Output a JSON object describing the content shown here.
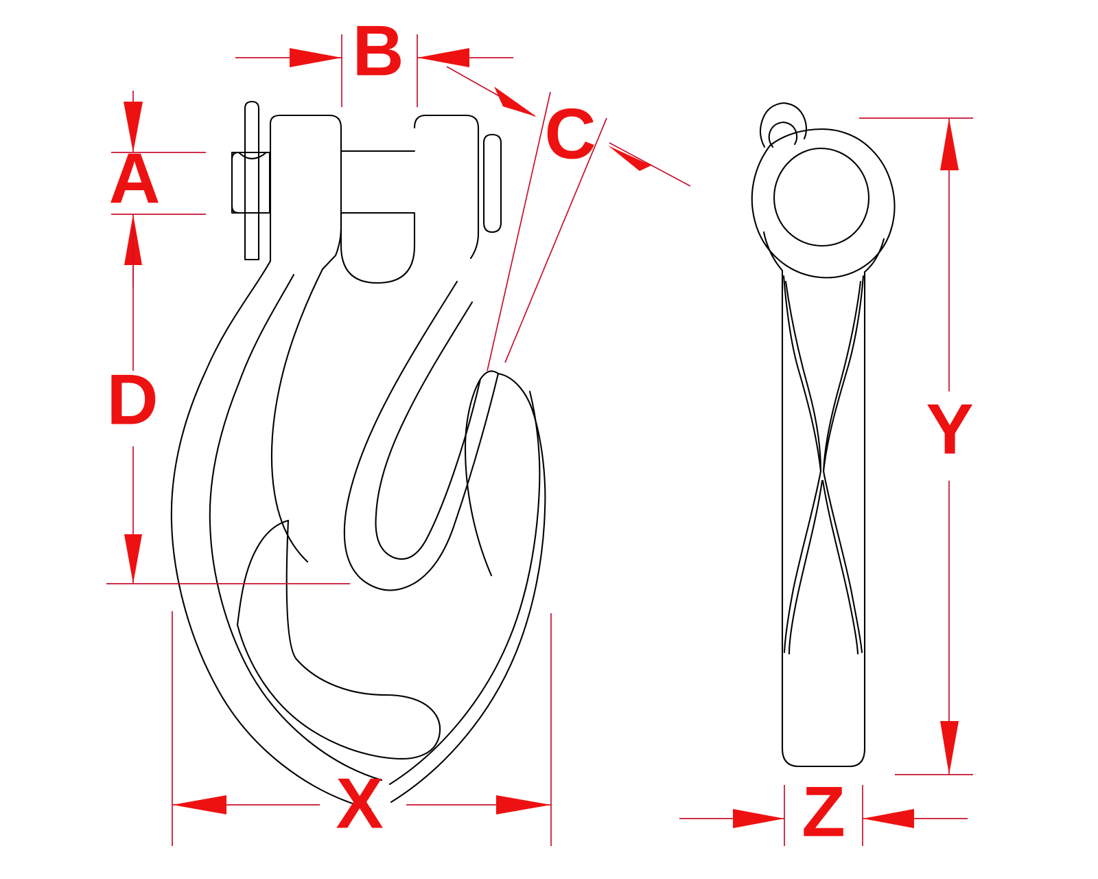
{
  "drawing": {
    "title": "Clevis Grab Hook Dimensioned Engineering Drawing",
    "background_color": "#ffffff",
    "part_outline_color": "#000000",
    "dimension_color": "#ee1111",
    "views": [
      {
        "name": "front-view",
        "label": "front-elevation-of-clevis-grab-hook"
      },
      {
        "name": "side-view",
        "label": "side-elevation-of-clevis-grab-hook"
      }
    ]
  },
  "dimensions": {
    "a": {
      "label": "A",
      "description": "clevis pin vertical height",
      "view": "front-view",
      "orientation": "vertical",
      "arrows": "inward"
    },
    "b": {
      "label": "B",
      "description": "clevis inside jaw width",
      "view": "front-view",
      "orientation": "horizontal",
      "arrows": "inward"
    },
    "c": {
      "label": "C",
      "description": "hook throat opening, angled",
      "view": "front-view",
      "orientation": "angled",
      "arrows": "inward"
    },
    "d": {
      "label": "D",
      "description": "depth from clevis to hook bowl",
      "view": "front-view",
      "orientation": "vertical",
      "arrows": "outward"
    },
    "x": {
      "label": "X",
      "description": "overall hook bowl width",
      "view": "front-view",
      "orientation": "horizontal",
      "arrows": "outward"
    },
    "y": {
      "label": "Y",
      "description": "overall height of hook",
      "view": "side-view",
      "orientation": "vertical",
      "arrows": "outward"
    },
    "z": {
      "label": "Z",
      "description": "overall thickness of hook body",
      "view": "side-view",
      "orientation": "horizontal",
      "arrows": "inward"
    }
  }
}
